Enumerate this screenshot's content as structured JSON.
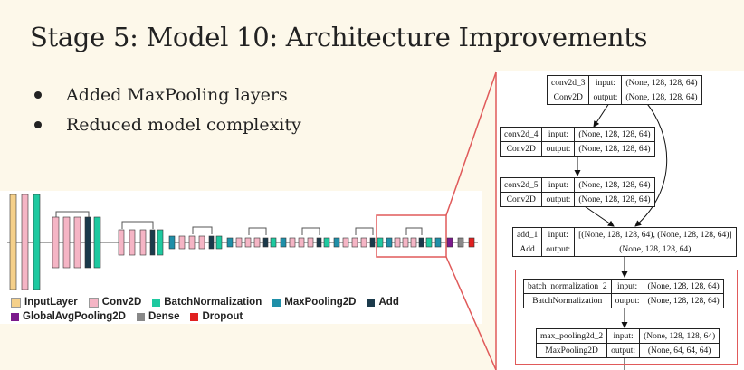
{
  "slide": {
    "title": "Stage 5: Model 10: Architecture Improvements",
    "bullets": [
      "Added MaxPooling layers",
      "Reduced model complexity"
    ]
  },
  "legend": [
    {
      "label": "InputLayer",
      "color": "#f5d08a"
    },
    {
      "label": "Conv2D",
      "color": "#f5b5c5"
    },
    {
      "label": "BatchNormalization",
      "color": "#1ec9a0"
    },
    {
      "label": "MaxPooling2D",
      "color": "#1f8fa8"
    },
    {
      "label": "Add",
      "color": "#1b3a4b"
    },
    {
      "label": "GlobalAvgPooling2D",
      "color": "#7b1a8c"
    },
    {
      "label": "Dense",
      "color": "#888888"
    },
    {
      "label": "Dropout",
      "color": "#e02020"
    }
  ],
  "nodes": [
    {
      "name": "conv2d_3",
      "type": "Conv2D",
      "input": "(None, 128, 128, 64)",
      "output": "(None, 128, 128, 64)"
    },
    {
      "name": "conv2d_4",
      "type": "Conv2D",
      "input": "(None, 128, 128, 64)",
      "output": "(None, 128, 128, 64)"
    },
    {
      "name": "conv2d_5",
      "type": "Conv2D",
      "input": "(None, 128, 128, 64)",
      "output": "(None, 128, 128, 64)"
    },
    {
      "name": "add_1",
      "type": "Add",
      "input": "[(None, 128, 128, 64), (None, 128, 128, 64)]",
      "output": "(None, 128, 128, 64)"
    },
    {
      "name": "batch_normalization_2",
      "type": "BatchNormalization",
      "input": "(None, 128, 128, 64)",
      "output": "(None, 128, 128, 64)"
    },
    {
      "name": "max_pooling2d_2",
      "type": "MaxPooling2D",
      "input": "(None, 128, 128, 64)",
      "output": "(None, 64, 64, 64)"
    }
  ],
  "port_labels": {
    "input": "input:",
    "output": "output:"
  }
}
